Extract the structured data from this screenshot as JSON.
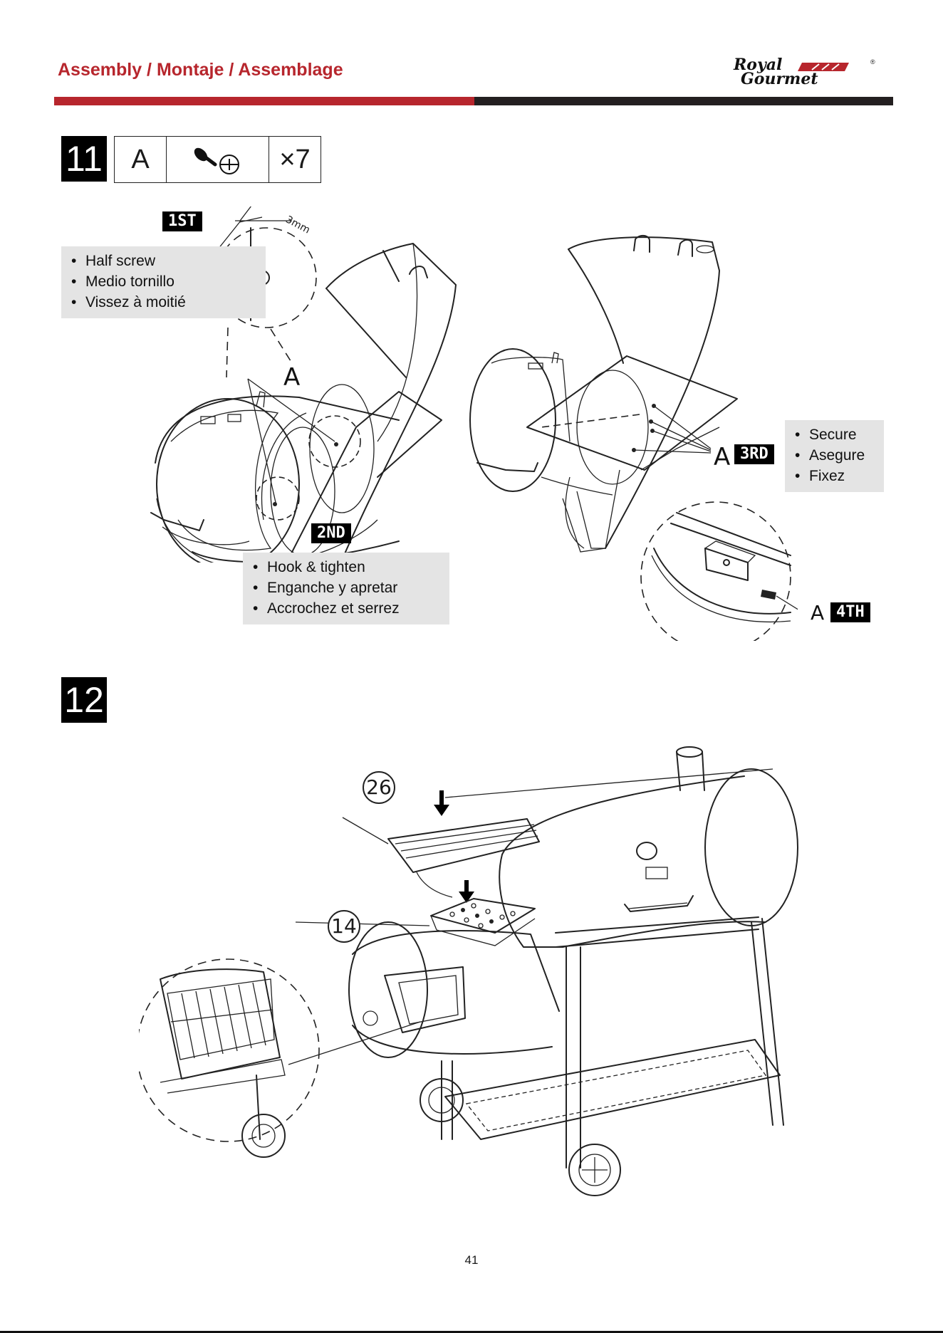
{
  "header": {
    "title": "Assembly / Montaje / Assemblage",
    "brand_line1": "Royal",
    "brand_line2": "Gourmet",
    "brand_mark": "®"
  },
  "step11": {
    "number": "11",
    "part_letter": "A",
    "part_icon": "screw-icon",
    "quantity": "×7",
    "panel_left": {
      "tag_first": "1ST",
      "tag_second": "2ND",
      "measurement": "3mm",
      "label_a": "A",
      "note_half_screw": [
        "Half screw",
        "Medio tornillo",
        "Vissez à moitié"
      ],
      "note_hook": [
        "Hook & tighten",
        "Enganche y apretar",
        "Accrochez et serrez"
      ]
    },
    "panel_right": {
      "tag_third": "3RD",
      "tag_fourth": "4TH",
      "label_a_third": "A",
      "label_a_fourth": "A",
      "note_secure": [
        "Secure",
        "Asegure",
        "Fixez"
      ]
    }
  },
  "step12": {
    "number": "12",
    "callout_grate": "26",
    "callout_tray": "14"
  },
  "footer": {
    "page_number": "41"
  },
  "colors": {
    "accent_red": "#b7262d",
    "dark_rule": "#231f20",
    "note_bg": "#e4e4e4"
  }
}
